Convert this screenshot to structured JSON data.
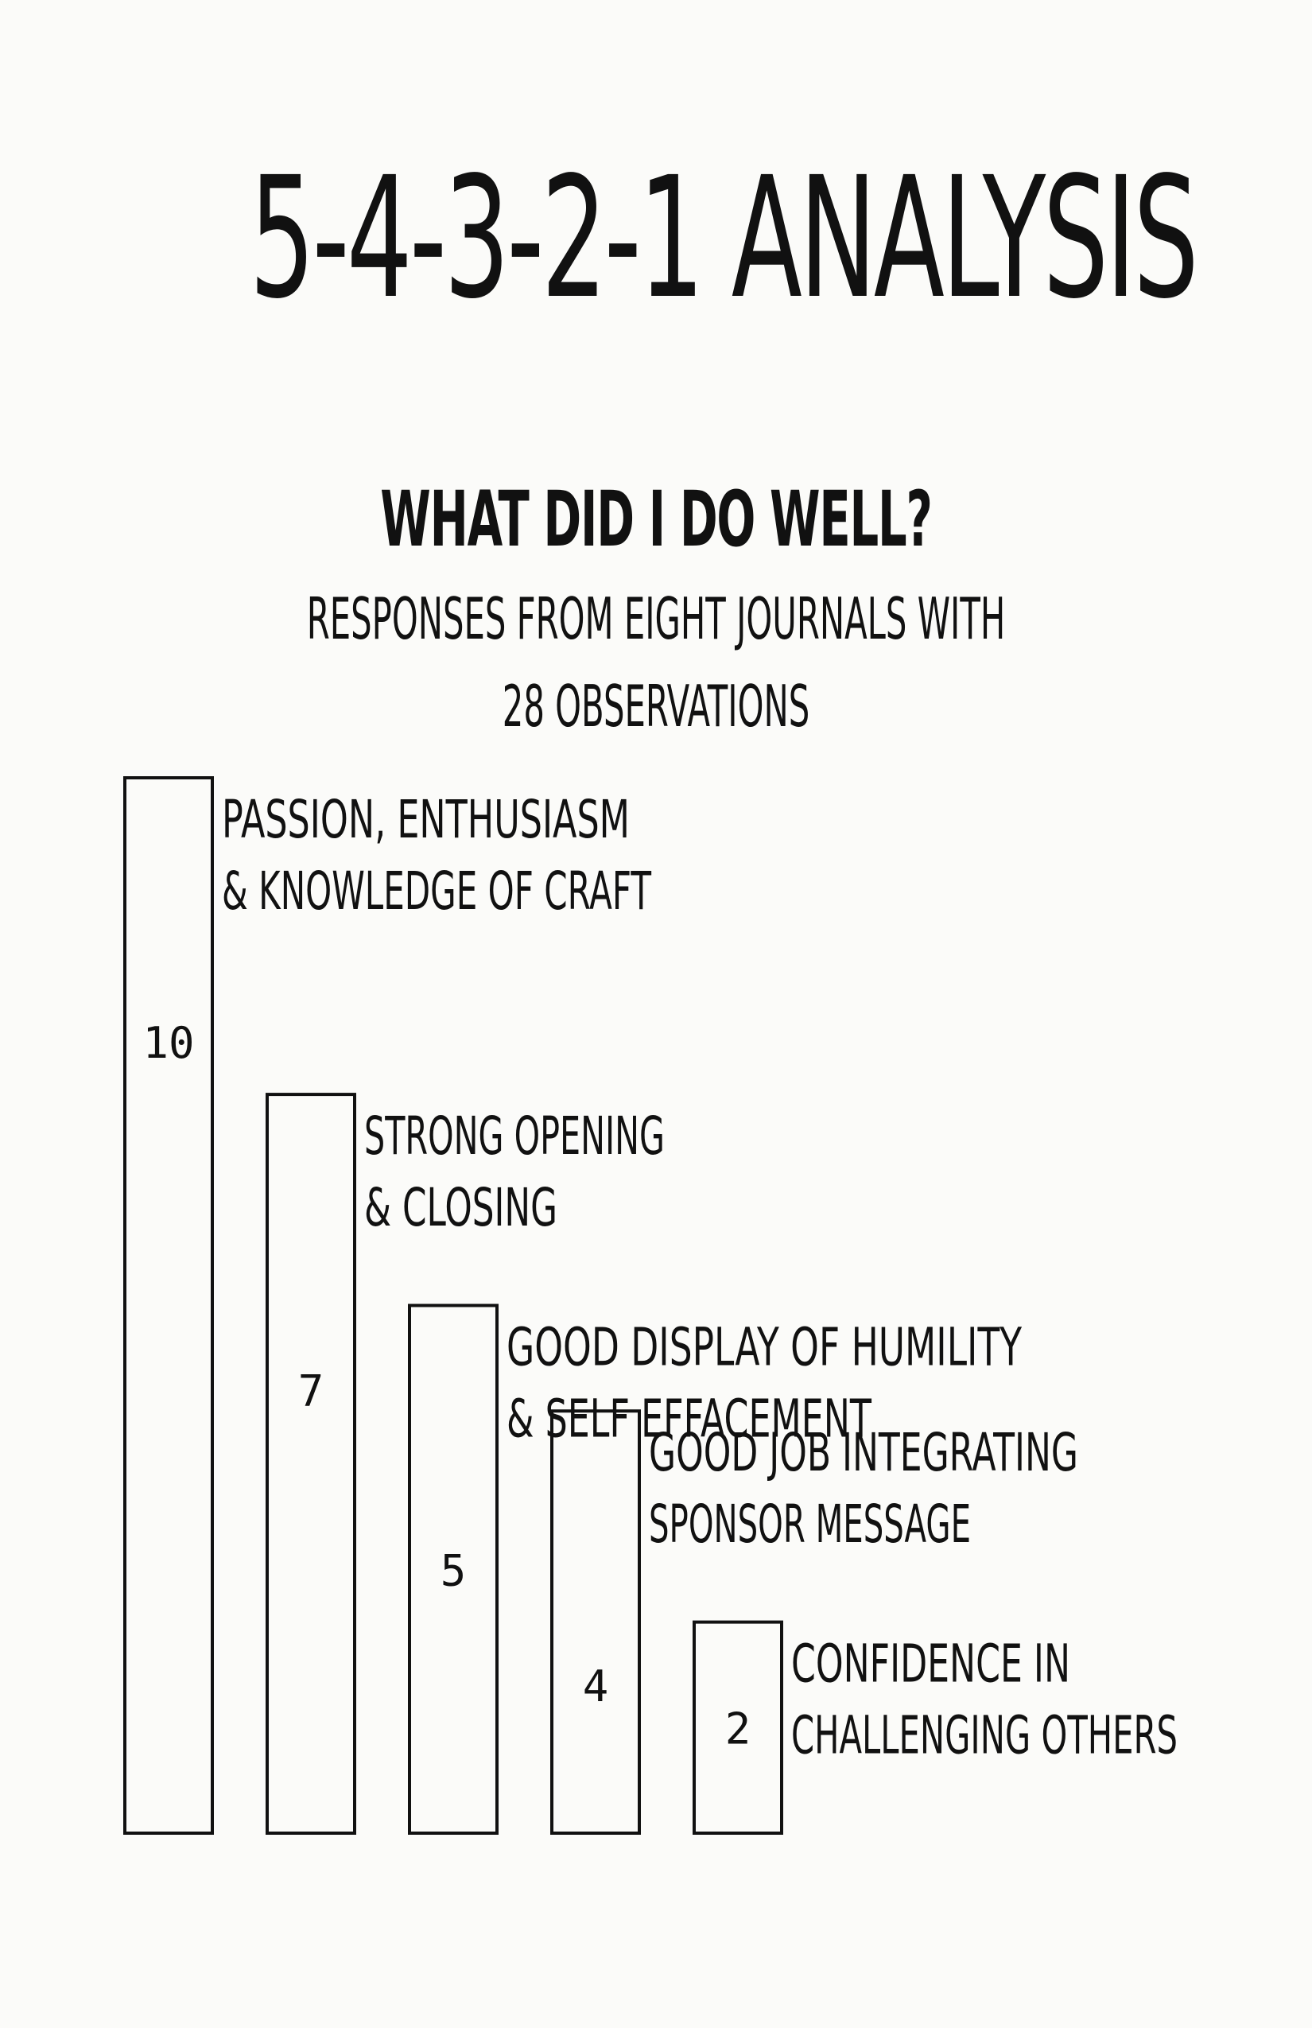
{
  "title": "5-4-3-2-1 ANALYSIS",
  "subtitle": "WHAT DID I DO WELL?",
  "description": {
    "line1": "RESPONSES FROM EIGHT JOURNALS WITH",
    "line2": "28 OBSERVATIONS"
  },
  "chart_data": {
    "type": "bar",
    "title": "WHAT DID I DO WELL?",
    "categories": [
      [
        "PASSION, ENTHUSIASM",
        "& KNOWLEDGE OF CRAFT"
      ],
      [
        "STRONG OPENING",
        "& CLOSING"
      ],
      [
        "GOOD DISPLAY OF HUMILITY",
        "& SELF EFFACEMENT"
      ],
      [
        "GOOD JOB INTEGRATING",
        "SPONSOR MESSAGE"
      ],
      [
        "CONFIDENCE IN",
        "CHALLENGING OTHERS"
      ]
    ],
    "values": [
      10,
      7,
      5,
      4,
      2
    ],
    "ylim": [
      0,
      10
    ],
    "grid": false,
    "legend": "none"
  }
}
